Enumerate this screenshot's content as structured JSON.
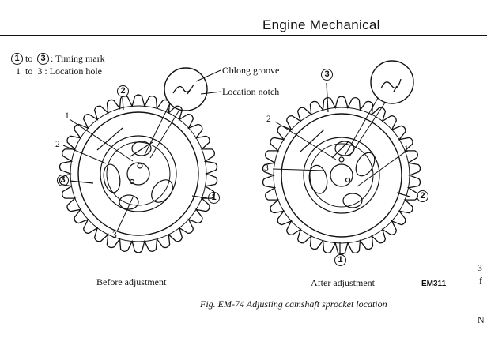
{
  "header": {
    "title": "Engine Mechanical"
  },
  "legend": {
    "timing_mark": {
      "first": "1",
      "mid": "to",
      "last": "3",
      "text": ": Timing mark"
    },
    "location_hole": {
      "text": "1  to  3 : Location hole"
    }
  },
  "callouts": {
    "oblong_groove": "Oblong groove",
    "location_notch": "Location notch"
  },
  "left_sprocket": {
    "caption": "Before adjustment",
    "marks": [
      "2",
      "3",
      "1"
    ],
    "holes": [
      "1",
      "2",
      "3"
    ]
  },
  "right_sprocket": {
    "caption": "After adjustment",
    "marks": [
      "3",
      "2",
      "1"
    ],
    "holes": [
      "2",
      "3",
      "1"
    ]
  },
  "code": "EM311",
  "figure_caption": "Fig. EM-74  Adjusting camshaft sprocket location",
  "margin_fragments": [
    "3",
    "f",
    "N"
  ]
}
